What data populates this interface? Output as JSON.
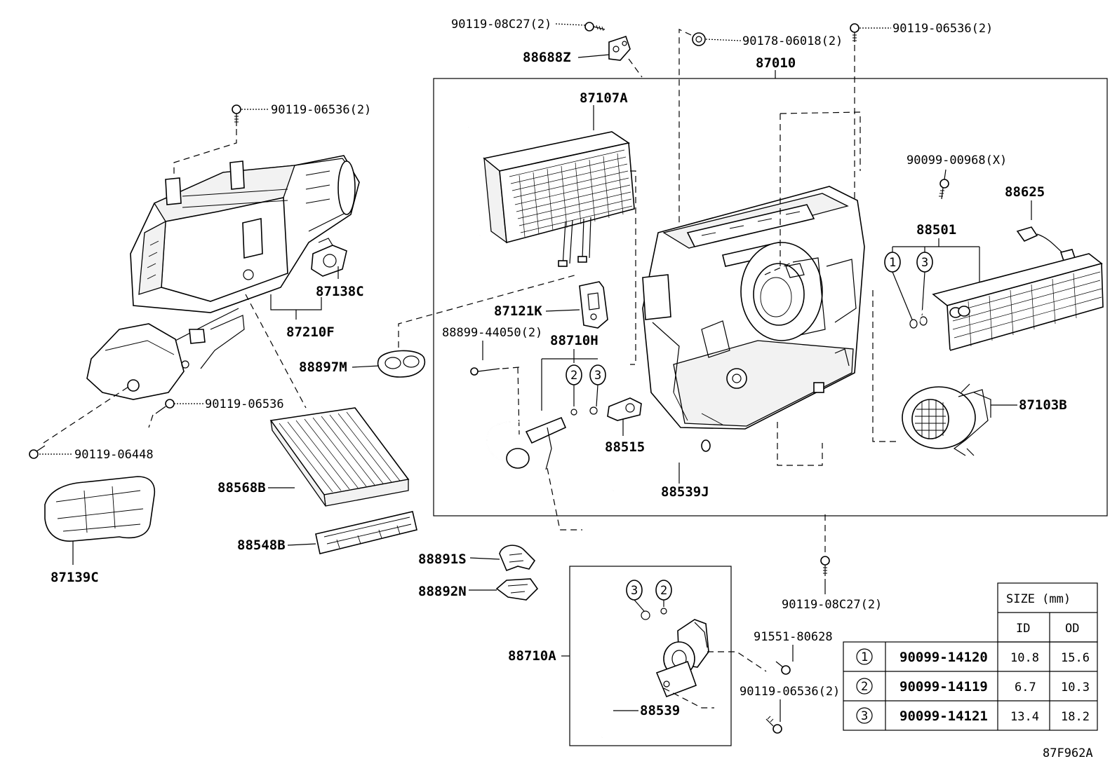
{
  "diagram_id": "87F962A",
  "callouts": {
    "p90119_08c27_top": "90119-08C27(2)",
    "p88688z": "88688Z",
    "p90178_06018": "90178-06018(2)",
    "p90119_06536_topright": "90119-06536(2)",
    "p87010": "87010",
    "p87107a": "87107A",
    "p90119_06536_left": "90119-06536(2)",
    "p87138c": "87138C",
    "p87210f": "87210F",
    "p87121k": "87121K",
    "p88899_44050": "88899-44050(2)",
    "p88710h": "88710H",
    "p88897m": "88897M",
    "p90119_06536_mid": "90119-06536",
    "p90119_06448": "90119-06448",
    "p88515": "88515",
    "p88568b": "88568B",
    "p88539j": "88539J",
    "p88548b": "88548B",
    "p87139c": "87139C",
    "p90099_00968": "90099-00968(X)",
    "p88625": "88625",
    "p88501": "88501",
    "p87103b": "87103B",
    "p88891s": "88891S",
    "p88892n": "88892N",
    "p90119_08c27_bottom": "90119-08C27(2)",
    "p91551_80628": "91551-80628",
    "p88710a": "88710A",
    "p90119_06536_bottom": "90119-06536(2)",
    "p88539": "88539"
  },
  "markers": {
    "one": "1",
    "two": "2",
    "three": "3"
  },
  "size_table": {
    "header": "SIZE (mm)",
    "col_id": "ID",
    "col_od": "OD",
    "rows": [
      {
        "mark": "1",
        "part": "90099-14120",
        "id": "10.8",
        "od": "15.6"
      },
      {
        "mark": "2",
        "part": "90099-14119",
        "id": "6.7",
        "od": "10.3"
      },
      {
        "mark": "3",
        "part": "90099-14121",
        "id": "13.4",
        "od": "18.2"
      }
    ]
  }
}
